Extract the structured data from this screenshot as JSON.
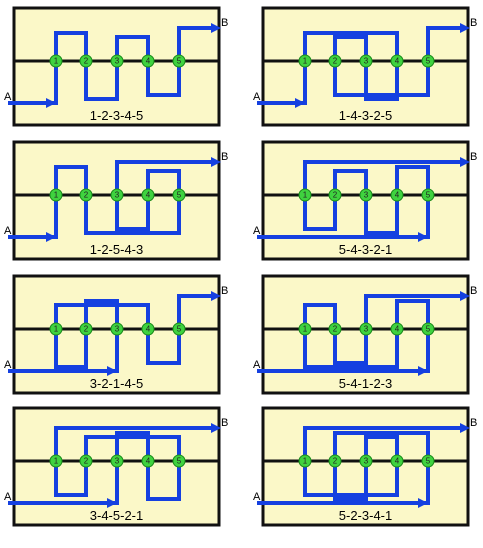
{
  "labels": {
    "start": "A",
    "end": "B"
  },
  "colors": {
    "panel_fill": "#fbf8c8",
    "path": "#1540e0",
    "node": "#3fd23f"
  },
  "panels": [
    {
      "caption": "1-2-3-4-5",
      "order": [
        1,
        2,
        3,
        4,
        5
      ]
    },
    {
      "caption": "1-4-3-2-5",
      "order": [
        1,
        4,
        3,
        2,
        5
      ]
    },
    {
      "caption": "1-2-5-4-3",
      "order": [
        1,
        2,
        5,
        4,
        3
      ]
    },
    {
      "caption": "5-4-3-2-1",
      "order": [
        5,
        4,
        3,
        2,
        1
      ]
    },
    {
      "caption": "3-2-1-4-5",
      "order": [
        3,
        2,
        1,
        4,
        5
      ]
    },
    {
      "caption": "5-4-1-2-3",
      "order": [
        5,
        4,
        1,
        2,
        3
      ]
    },
    {
      "caption": "3-4-5-2-1",
      "order": [
        3,
        4,
        5,
        2,
        1
      ]
    },
    {
      "caption": "5-2-3-4-1",
      "order": [
        5,
        2,
        3,
        4,
        1
      ]
    }
  ]
}
